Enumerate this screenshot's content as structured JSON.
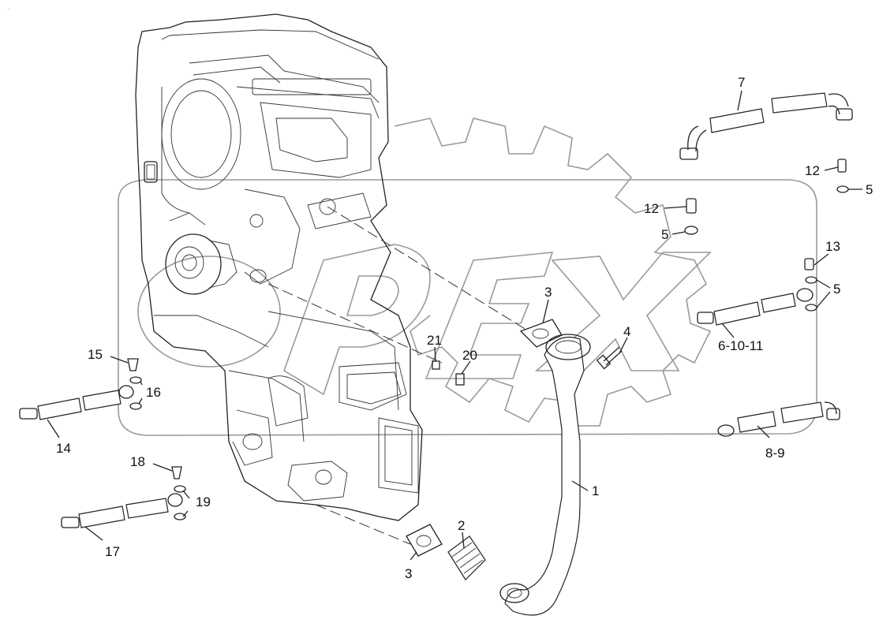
{
  "watermark": {
    "text": "OPEX"
  },
  "callouts": [
    {
      "id": "c7",
      "text": "7"
    },
    {
      "id": "c12a",
      "text": "12"
    },
    {
      "id": "c5a",
      "text": "5"
    },
    {
      "id": "c12b",
      "text": "12"
    },
    {
      "id": "c5b",
      "text": "5"
    },
    {
      "id": "c13",
      "text": "13"
    },
    {
      "id": "c5c",
      "text": "5"
    },
    {
      "id": "c61011",
      "text": "6-10-11"
    },
    {
      "id": "c3a",
      "text": "3"
    },
    {
      "id": "c4",
      "text": "4"
    },
    {
      "id": "c21",
      "text": "21"
    },
    {
      "id": "c20",
      "text": "20"
    },
    {
      "id": "c15",
      "text": "15"
    },
    {
      "id": "c16",
      "text": "16"
    },
    {
      "id": "c14",
      "text": "14"
    },
    {
      "id": "c89",
      "text": "8-9"
    },
    {
      "id": "c1",
      "text": "1"
    },
    {
      "id": "c18",
      "text": "18"
    },
    {
      "id": "c19",
      "text": "19"
    },
    {
      "id": "c17",
      "text": "17"
    },
    {
      "id": "c2",
      "text": "2"
    },
    {
      "id": "c3b",
      "text": "3"
    }
  ]
}
